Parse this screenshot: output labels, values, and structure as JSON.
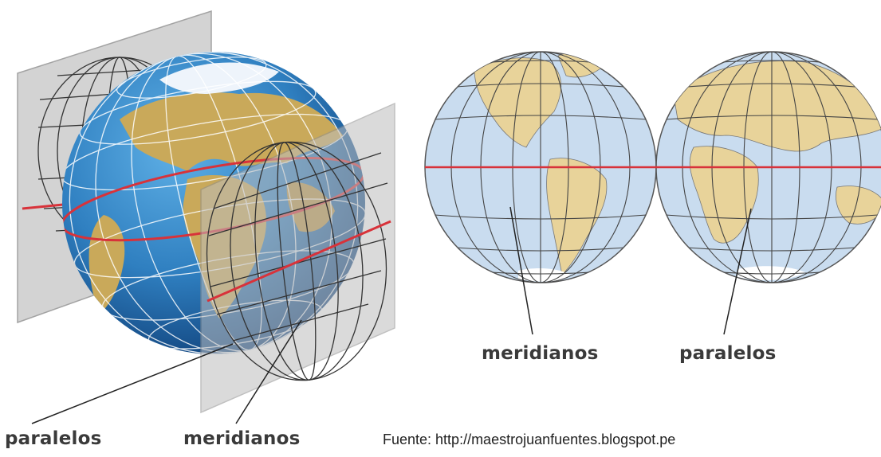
{
  "left_figure": {
    "label_parallels": "paralelos",
    "label_meridians": "meridianos"
  },
  "right_figure": {
    "label_meridians": "meridianos",
    "label_parallels": "paralelos"
  },
  "source": "Fuente: http://maestrojuanfuentes.blogspot.pe",
  "colors": {
    "ocean_globe": "#2f7fc0",
    "ocean_map": "#c9dcef",
    "land": "#e8d39a",
    "land_globe": "#c9a95a",
    "equator": "#d8323a",
    "grid": "#333333",
    "plane": "#c8c8c8"
  }
}
